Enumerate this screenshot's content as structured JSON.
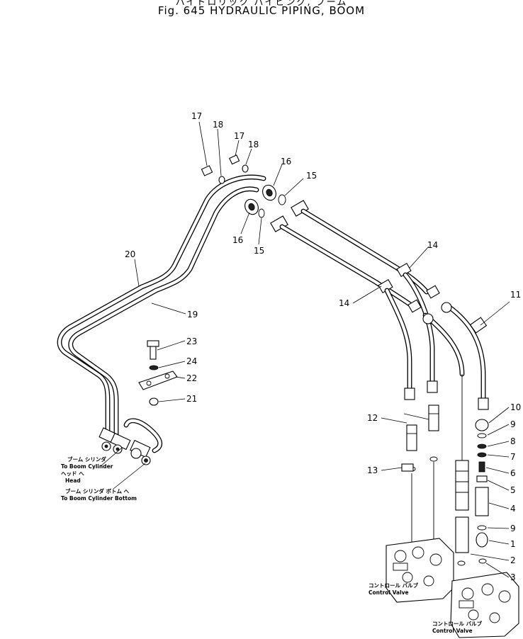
{
  "header": {
    "title_jp": "ハイドロリック パイピング, ブーム",
    "title": "Fig. 645   HYDRAULIC PIPING, BOOM"
  },
  "callouts": {
    "c1": "1",
    "c2": "2",
    "c3": "3",
    "c4": "4",
    "c5": "5",
    "c6": "6",
    "c7": "7",
    "c8": "8",
    "c9a": "9",
    "c9b": "9",
    "c10": "10",
    "c11": "11",
    "c12": "12",
    "c13": "13",
    "c14a": "14",
    "c14b": "14",
    "c15a": "15",
    "c15b": "15",
    "c16a": "16",
    "c16b": "16",
    "c17a": "17",
    "c17b": "17",
    "c18a": "18",
    "c18b": "18",
    "c19": "19",
    "c20": "20",
    "c21": "21",
    "c22": "22",
    "c23": "23",
    "c24": "24"
  },
  "notes": {
    "boom_cyl_head_jp": "ブーム シリンダ",
    "boom_cyl_head_en": "To Boom Cylinder",
    "head_jp": "ヘッド へ",
    "head_en": "Head",
    "boom_cyl_bottom_jp": "ブーム シリンダ ボトム へ",
    "boom_cyl_bottom_en": "To Boom Cylinder Bottom",
    "control_valve_jp_1": "コントロール バルブ",
    "control_valve_en_1": "Control Valve",
    "control_valve_jp_2": "コントロール バルブ",
    "control_valve_en_2": "Control Valve"
  }
}
